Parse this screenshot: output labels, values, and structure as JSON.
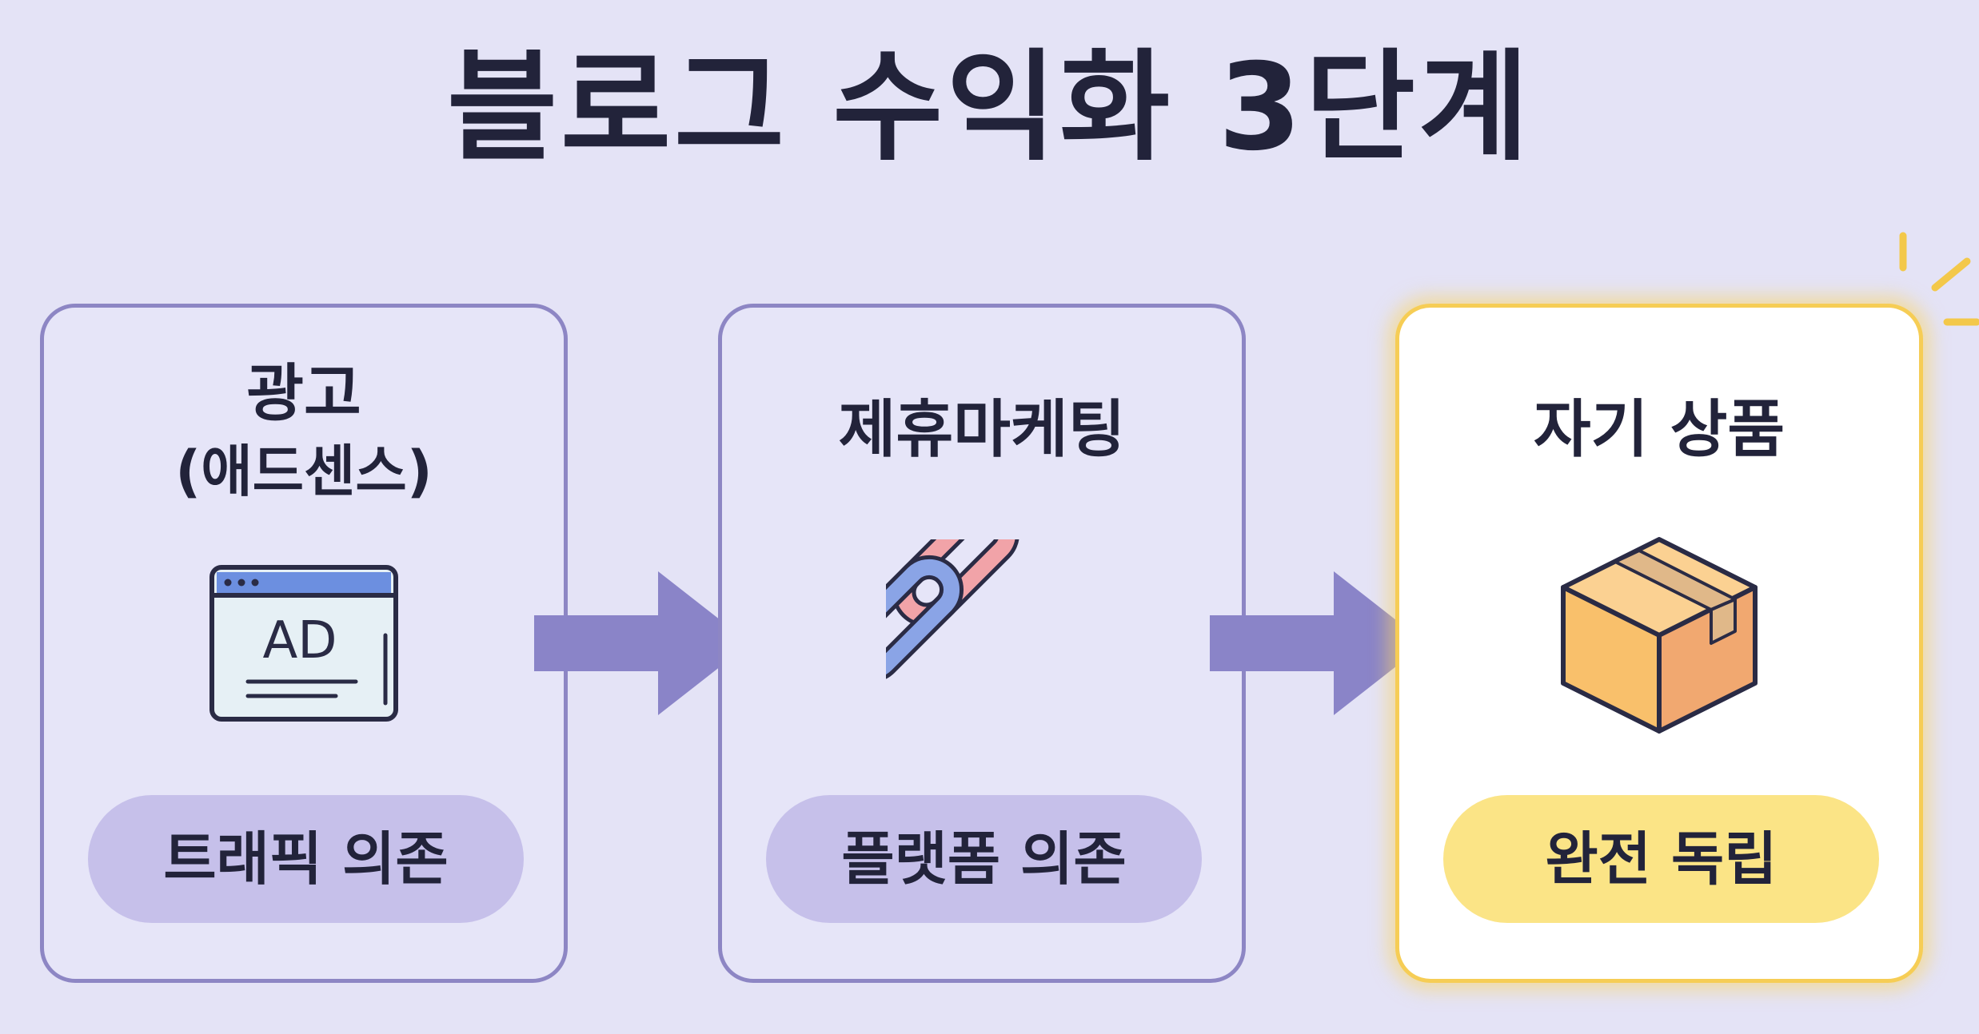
{
  "title": "블로그 수익화 3단계",
  "stages": [
    {
      "title": "광고",
      "subtitle": "(애드센스)",
      "icon": "ad-browser-icon",
      "icon_text": "AD",
      "badge": "트래픽 의존"
    },
    {
      "title": "제휴마케팅",
      "icon": "chain-link-icon",
      "badge": "플랫폼 의존"
    },
    {
      "title": "자기 상품",
      "icon": "package-box-icon",
      "badge": "완전 독립",
      "highlighted": true
    }
  ],
  "colors": {
    "background": "#e4e3f6",
    "card_border": "#8d86c4",
    "arrow": "#8a84c8",
    "pill": "#c6c0ea",
    "highlight_border": "#f6cd55",
    "highlight_pill": "#fbe486",
    "text": "#22233a"
  }
}
